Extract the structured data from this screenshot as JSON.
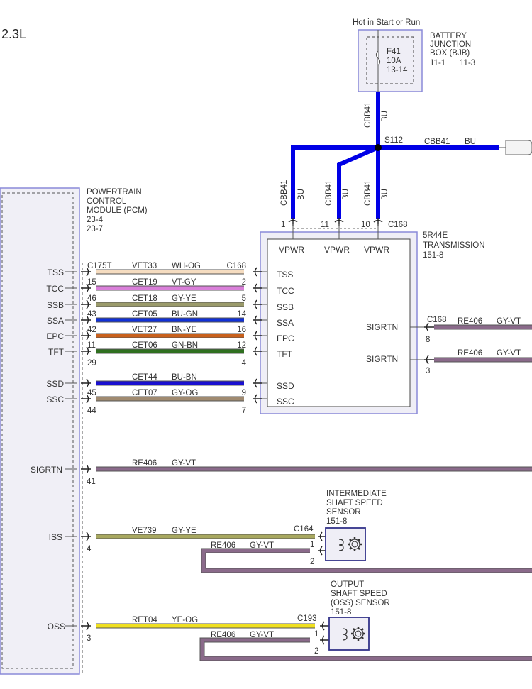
{
  "engine_label": "2.3L",
  "bjb": {
    "hot_label": "Hot in Start or Run",
    "name_lines": [
      "BATTERY",
      "JUNCTION",
      "BOX (BJB)"
    ],
    "ref_left": "11-1",
    "ref_right": "11-3",
    "fuse": [
      "F41",
      "10A",
      "13-14"
    ]
  },
  "power": {
    "circuit": "CBB41",
    "color": "BU",
    "splice": "S112",
    "connector": "C168",
    "pins": [
      "1",
      "11",
      "10"
    ],
    "wire_hex": "#0000e6"
  },
  "transmission": {
    "name_lines": [
      "5R44E",
      "TRANSMISSION",
      "151-8"
    ],
    "vpwr": [
      "VPWR",
      "VPWR",
      "VPWR"
    ],
    "sigrtn": [
      {
        "label": "SIGRTN",
        "connector": "C168",
        "pin": "8",
        "circuit": "RE406",
        "color": "GY-VT"
      },
      {
        "label": "SIGRTN",
        "connector": "",
        "pin": "3",
        "circuit": "RE406",
        "color": "GY-VT"
      }
    ]
  },
  "pcm": {
    "name_lines": [
      "POWERTRAIN",
      "CONTROL",
      "MODULE (PCM)",
      "23-4",
      "23-7"
    ],
    "rows": [
      {
        "signal": "TSS",
        "circuit": "VET33",
        "color": "WH-OG",
        "pcm_pin_top": "C175T",
        "pcm_pin_bottom": "",
        "tx_pin_top": "C168",
        "tx_pin_bottom": "",
        "hex": "#f5dcc0"
      },
      {
        "signal": "TCC",
        "circuit": "CET19",
        "color": "VT-GY",
        "pcm_pin_top": "15",
        "pcm_pin_bottom": "",
        "tx_pin_top": "2",
        "tx_pin_bottom": "",
        "hex": "#d97fd9"
      },
      {
        "signal": "SSB",
        "circuit": "CET18",
        "color": "GY-YE",
        "pcm_pin_top": "46",
        "pcm_pin_bottom": "",
        "tx_pin_top": "5",
        "tx_pin_bottom": "",
        "hex": "#9a9a6a"
      },
      {
        "signal": "SSA",
        "circuit": "CET05",
        "color": "BU-GN",
        "pcm_pin_top": "43",
        "pcm_pin_bottom": "",
        "tx_pin_top": "14",
        "tx_pin_bottom": "",
        "hex": "#1030d8"
      },
      {
        "signal": "EPC",
        "circuit": "VET27",
        "color": "BN-YE",
        "pcm_pin_top": "42",
        "pcm_pin_bottom": "",
        "tx_pin_top": "16",
        "tx_pin_bottom": "",
        "hex": "#c8601c"
      },
      {
        "signal": "TFT",
        "circuit": "CET06",
        "color": "GN-BN",
        "pcm_pin_top": "11",
        "pcm_pin_bottom": "29",
        "tx_pin_top": "12",
        "tx_pin_bottom": "4",
        "hex": "#2f6f1f"
      },
      {
        "signal": "SSD",
        "circuit": "CET44",
        "color": "BU-BN",
        "pcm_pin_top": "",
        "pcm_pin_bottom": "",
        "tx_pin_top": "",
        "tx_pin_bottom": "",
        "hex": "#1a10d0"
      },
      {
        "signal": "SSC",
        "circuit": "CET07",
        "color": "GY-OG",
        "pcm_pin_top": "45",
        "pcm_pin_bottom": "44",
        "tx_pin_top": "9",
        "tx_pin_bottom": "7",
        "hex": "#a08a70"
      }
    ],
    "sigrtn": {
      "signal": "SIGRTN",
      "circuit": "RE406",
      "color": "GY-VT",
      "pin": "41"
    },
    "iss": {
      "signal": "ISS",
      "circuit": "VE739",
      "color": "GY-YE",
      "pin": "4",
      "connector": "C164",
      "return_circuit": "RE406",
      "return_color": "GY-VT",
      "sensor_pin_1": "1",
      "sensor_pin_2": "2",
      "hex": "#a8a860"
    },
    "oss": {
      "signal": "OSS",
      "circuit": "RET04",
      "color": "YE-OG",
      "pin": "3",
      "connector": "C193",
      "return_circuit": "RE406",
      "return_color": "GY-VT",
      "sensor_pin_1": "1",
      "sensor_pin_2": "2",
      "hex": "#f0e020"
    }
  },
  "iss_sensor": {
    "name_lines": [
      "INTERMEDIATE",
      "SHAFT SPEED",
      "SENSOR",
      "151-8"
    ]
  },
  "oss_sensor": {
    "name_lines": [
      "OUTPUT",
      "SHAFT SPEED",
      "(OSS) SENSOR",
      "151-8"
    ]
  },
  "colors": {
    "gy_vt": "#8a6a8a",
    "box_fill": "#efeef6",
    "box_stroke": "#8a8ad8"
  }
}
